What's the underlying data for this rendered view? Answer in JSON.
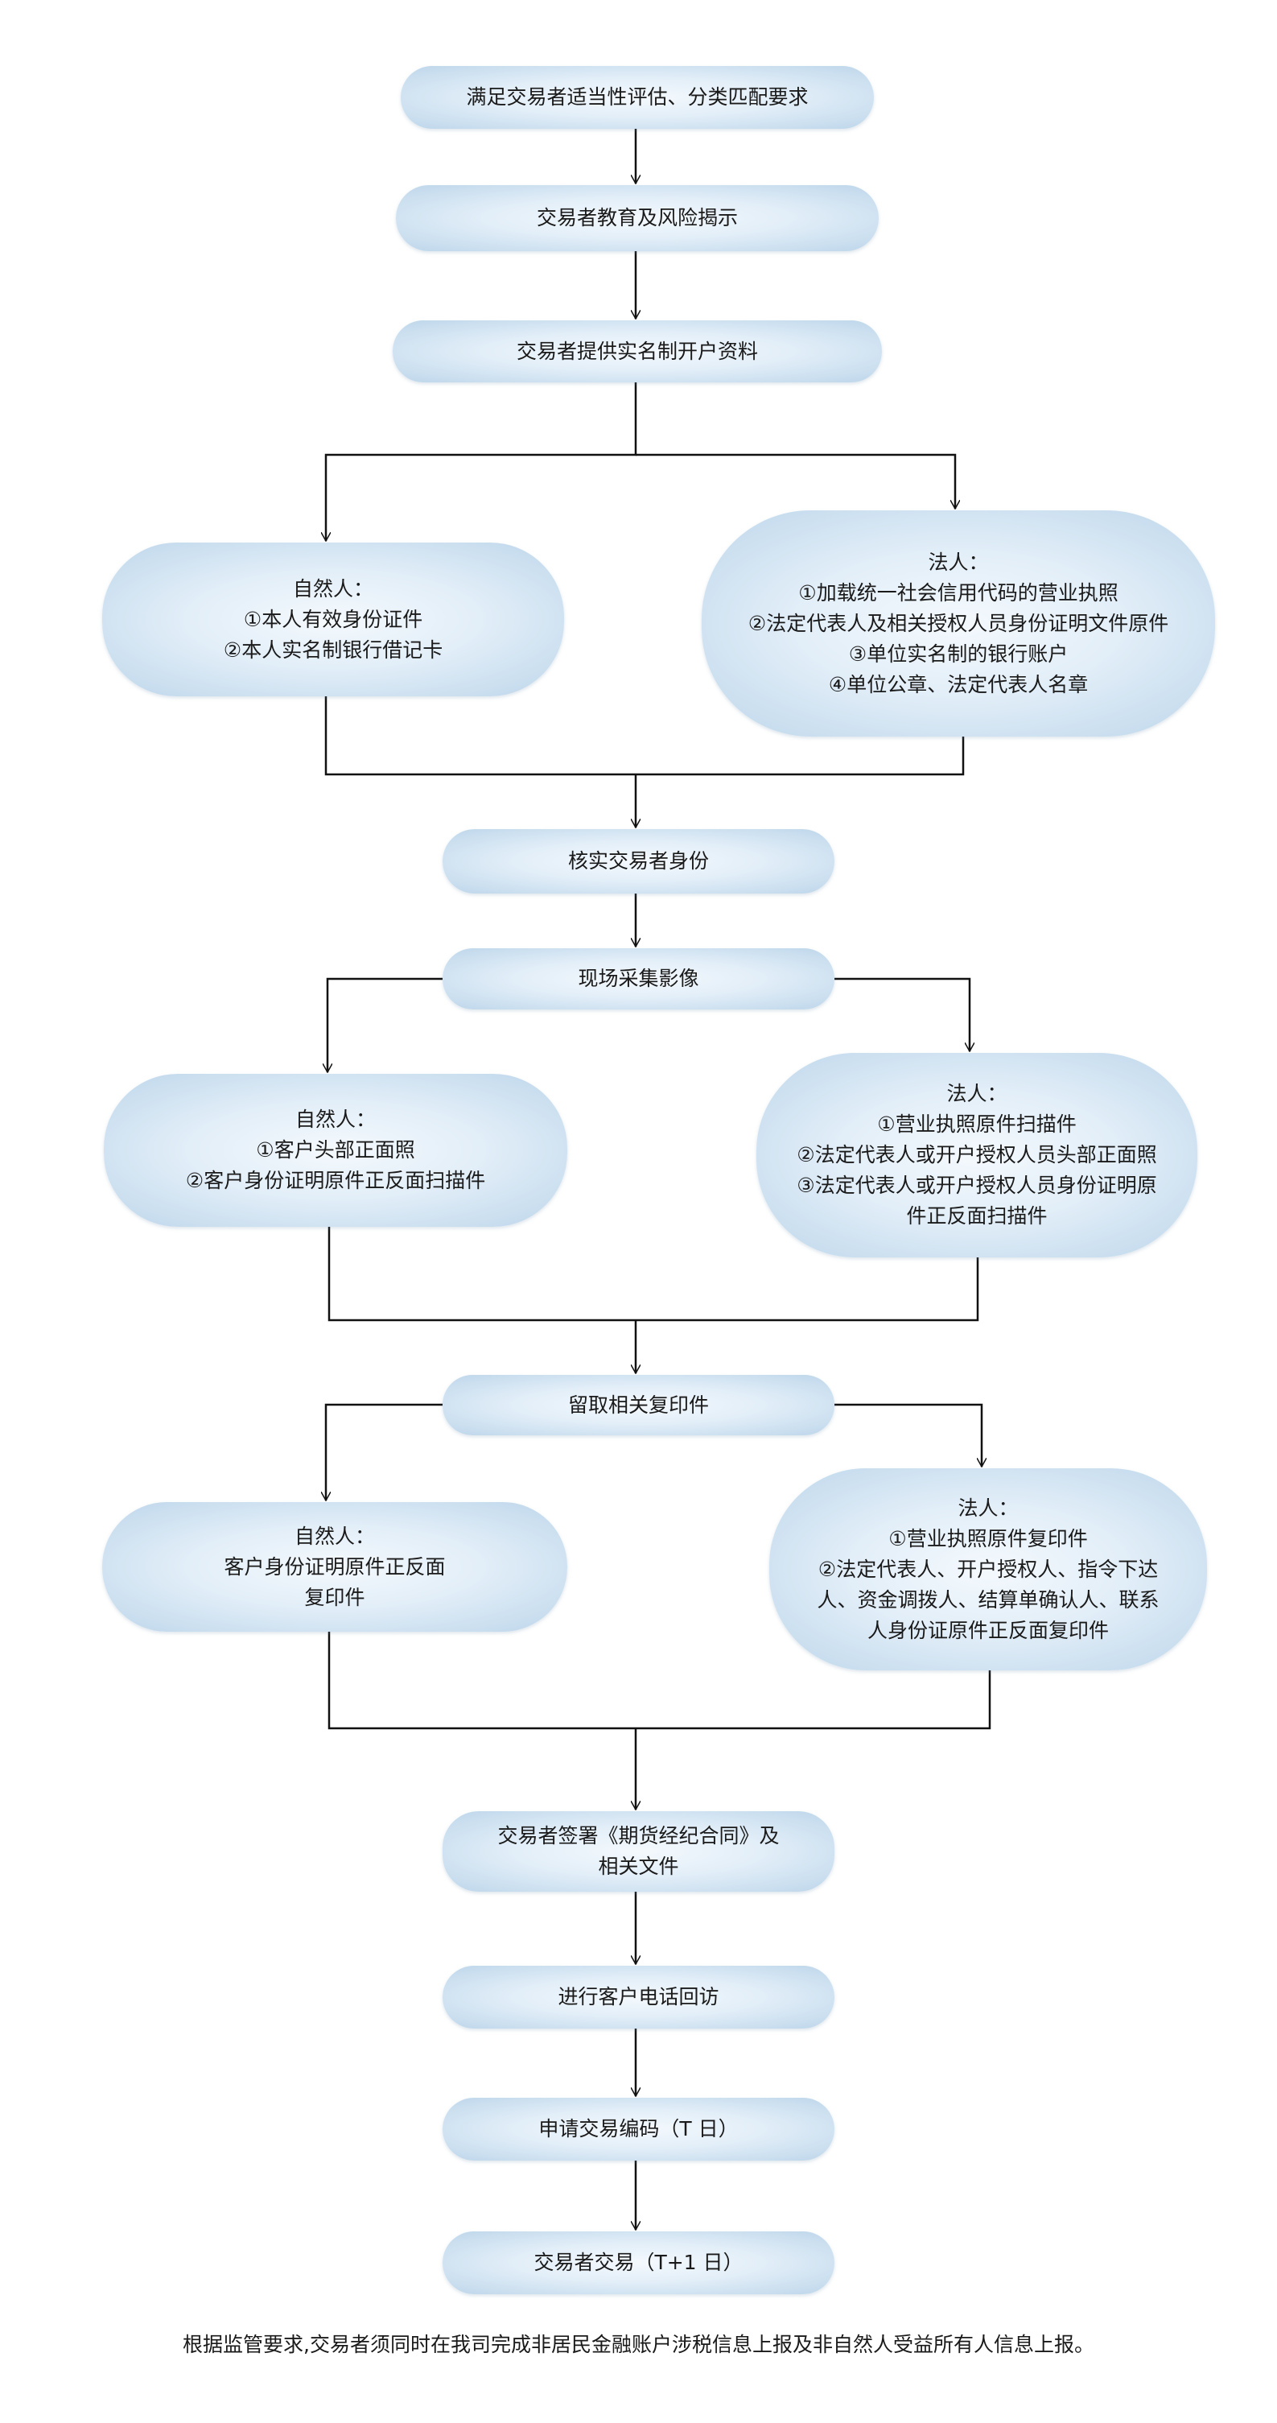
{
  "flow": {
    "steps": {
      "s1": "满足交易者适当性评估、分类匹配要求",
      "s2": "交易者教育及风险揭示",
      "s3": "交易者提供实名制开户资料",
      "s4": "核实交易者身份",
      "s5": "现场采集影像",
      "s6": "留取相关复印件",
      "s7": [
        "交易者签署《期货经纪合同》及",
        "相关文件"
      ],
      "s8": "进行客户电话回访",
      "s9": "申请交易编码（T 日）",
      "s10": "交易者交易（T+1 日）"
    },
    "branches": {
      "docs_natural": [
        "自然人：",
        "①本人有效身份证件",
        "②本人实名制银行借记卡"
      ],
      "docs_legal": [
        "法人：",
        "①加载统一社会信用代码的营业执照",
        "②法定代表人及相关授权人员身份证明文件原件",
        "③单位实名制的银行账户",
        "④单位公章、法定代表人名章"
      ],
      "image_natural": [
        "自然人：",
        "①客户头部正面照",
        "②客户身份证明原件正反面扫描件"
      ],
      "image_legal": [
        "法人：",
        "①营业执照原件扫描件",
        "②法定代表人或开户授权人员头部正面照",
        "③法定代表人或开户授权人员身份证明原",
        "件正反面扫描件"
      ],
      "copy_natural": [
        "自然人：",
        "客户身份证明原件正反面",
        "复印件"
      ],
      "copy_legal": [
        "法人：",
        "①营业执照原件复印件",
        "②法定代表人、开户授权人、指令下达",
        "人、资金调拨人、结算单确认人、联系",
        "人身份证原件正反面复印件"
      ]
    },
    "footnote": "根据监管要求,交易者须同时在我司完成非居民金融账户涉税信息上报及非自然人受益所有人信息上报。"
  }
}
